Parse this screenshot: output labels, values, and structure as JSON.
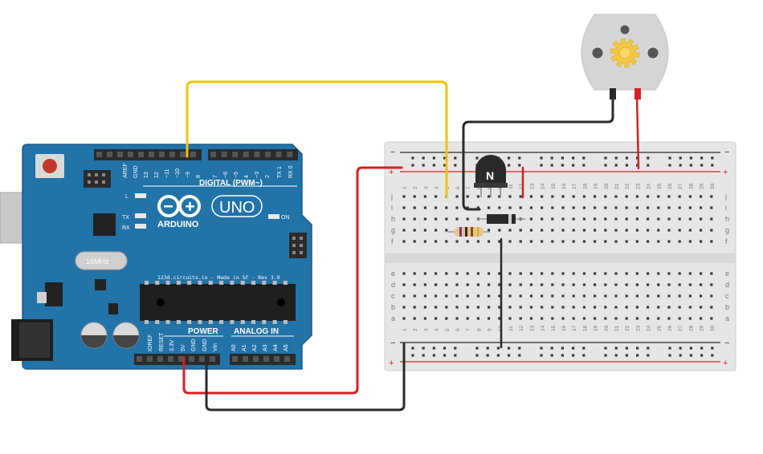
{
  "colors": {
    "board": "#2273a8",
    "board_edge": "#1a5c8a",
    "header": "#2b2b2b",
    "breadboard": "#e6e6e6",
    "breadboard_edge": "#cfcfcf",
    "hole": "#3a3a3a",
    "wire_yellow": "#f2c500",
    "wire_red": "#d91f1f",
    "wire_black": "#2a2a2a",
    "motor_body": "#d5d5d5",
    "motor_gear": "#f5c842",
    "silkscreen": "#ffffff"
  },
  "arduino": {
    "logo_text": "ARDUINO",
    "model": "UNO",
    "digital_label": "DIGITAL (PWM~)",
    "power_label": "POWER",
    "analog_label": "ANALOG IN",
    "made_in": "123d.circuits.io - Made in SF - Rev 3.0",
    "led_l": "L",
    "led_tx": "TX",
    "led_rx": "RX",
    "led_on": "ON",
    "crystal": "16MHz",
    "digital_pins": [
      "AREF",
      "GND",
      "13",
      "12",
      "~11",
      "~10",
      "~9",
      "8",
      "7",
      "~6",
      "~5",
      "4",
      "~3",
      "2",
      "TX 1",
      "RX 0"
    ],
    "power_pins": [
      "IOREF",
      "RESET",
      "3.3V",
      "5V",
      "GND",
      "GND",
      "Vin"
    ],
    "analog_pins": [
      "A0",
      "A1",
      "A2",
      "A3",
      "A4",
      "A5"
    ]
  },
  "transistor": {
    "label": "N"
  },
  "breadboard": {
    "rows_top": [
      "j",
      "i",
      "h",
      "g",
      "f"
    ],
    "rows_bottom": [
      "e",
      "d",
      "c",
      "b",
      "a"
    ],
    "columns": [
      "1",
      "2",
      "3",
      "4",
      "5",
      "6",
      "7",
      "8",
      "9",
      "10",
      "11",
      "12",
      "13",
      "14",
      "15",
      "16",
      "17",
      "18",
      "19",
      "20",
      "21",
      "22",
      "23",
      "24",
      "25",
      "26",
      "27",
      "28",
      "29",
      "30"
    ],
    "rail_minus": "−",
    "rail_plus": "+"
  }
}
